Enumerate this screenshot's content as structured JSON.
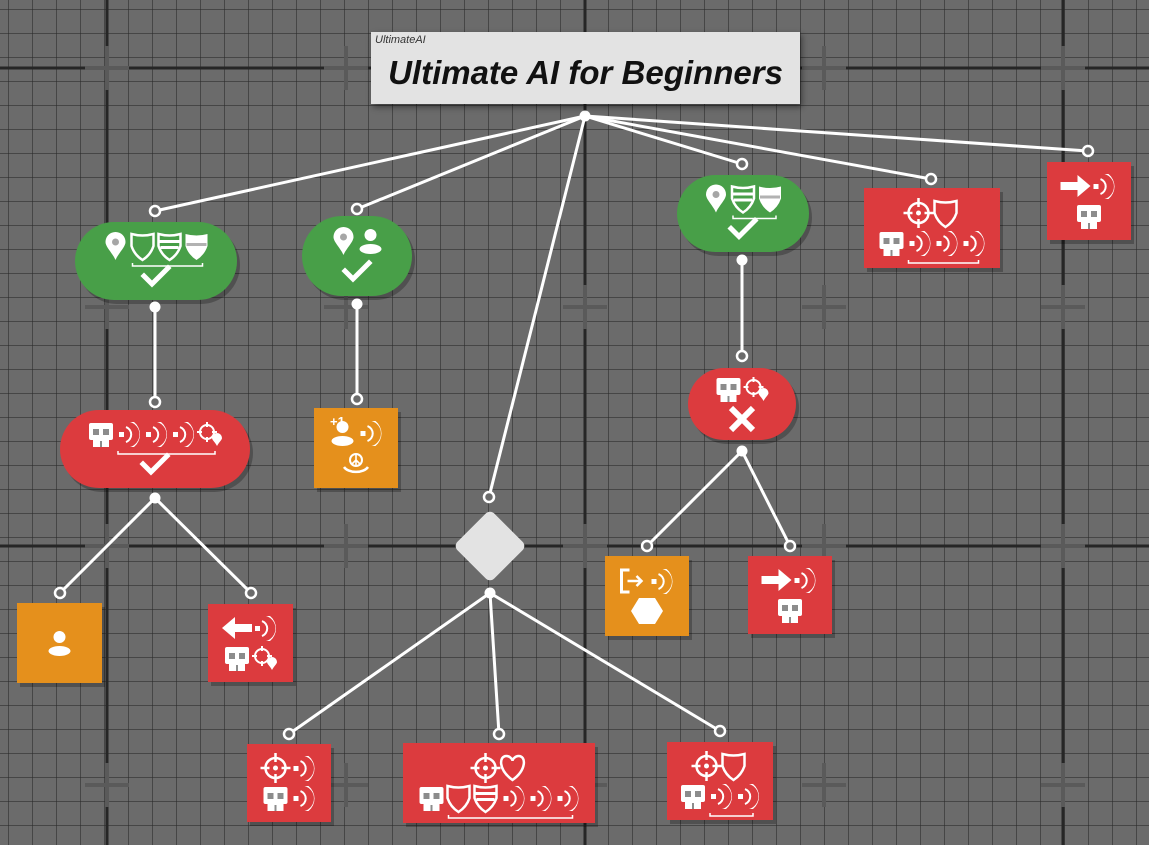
{
  "window": {
    "brand": "UltimateAI",
    "title": "Ultimate AI for Beginners"
  },
  "colors": {
    "condition_green": "#489f48",
    "action_red": "#dc3b3e",
    "task_orange": "#e5901c",
    "selector_gray": "#e3e3e3",
    "link_white": "#ffffff",
    "icon_white": "#ffffff"
  },
  "nodes": [
    {
      "id": "root",
      "kind": "title",
      "label": "Ultimate AI for Beginners",
      "icons": []
    },
    {
      "id": "g1",
      "kind": "condition",
      "status": "check",
      "icons": [
        [
          "location-pin-icon",
          "shield-icon",
          "shield-half-icon",
          "shield-full-icon"
        ]
      ]
    },
    {
      "id": "g2",
      "kind": "condition",
      "status": "check",
      "icons": [
        [
          "location-pin-icon",
          "player-icon"
        ]
      ]
    },
    {
      "id": "g3",
      "kind": "condition",
      "status": "check",
      "icons": [
        [
          "location-pin-icon",
          "shield-half-icon",
          "shield-full-icon"
        ]
      ]
    },
    {
      "id": "r1",
      "kind": "action",
      "icons": [
        [
          "target-icon",
          "shield-icon"
        ],
        [
          "skull-icon",
          "sound-icon",
          "sound-icon",
          "sound-icon"
        ]
      ]
    },
    {
      "id": "r2",
      "kind": "action",
      "icons": [
        [
          "arrow-right-icon",
          "sound-icon"
        ],
        [
          "skull-icon"
        ]
      ]
    },
    {
      "id": "r3",
      "kind": "action-pill",
      "status": "check",
      "icons": [
        [
          "skull-icon",
          "sound-icon",
          "sound-icon",
          "sound-icon",
          "target-pin-icon"
        ]
      ]
    },
    {
      "id": "o1",
      "kind": "task",
      "badge": "+1",
      "icons": [
        [
          "player-icon",
          "sound-icon"
        ],
        [
          "peace-icon"
        ]
      ]
    },
    {
      "id": "r4",
      "kind": "action-pill",
      "status": "cross",
      "icons": [
        [
          "skull-icon",
          "target-pin-icon"
        ]
      ]
    },
    {
      "id": "sel",
      "kind": "selector",
      "icons": []
    },
    {
      "id": "o2",
      "kind": "task",
      "icons": [
        [
          "player-icon"
        ]
      ]
    },
    {
      "id": "r5",
      "kind": "action",
      "icons": [
        [
          "arrow-left-icon",
          "sound-icon"
        ],
        [
          "skull-icon",
          "target-pin-icon"
        ]
      ]
    },
    {
      "id": "o3",
      "kind": "task",
      "icons": [
        [
          "exit-icon",
          "sound-icon"
        ],
        [
          "hexagon-icon"
        ]
      ]
    },
    {
      "id": "r6",
      "kind": "action",
      "icons": [
        [
          "arrow-right-icon",
          "sound-icon"
        ],
        [
          "skull-icon"
        ]
      ]
    },
    {
      "id": "r7",
      "kind": "action",
      "icons": [
        [
          "target-icon",
          "sound-icon"
        ],
        [
          "skull-icon",
          "sound-icon"
        ]
      ]
    },
    {
      "id": "r8",
      "kind": "action",
      "icons": [
        [
          "target-icon",
          "heart-icon"
        ],
        [
          "skull-icon",
          "shield-icon",
          "shield-half-icon",
          "sound-icon",
          "sound-icon",
          "sound-icon"
        ]
      ]
    },
    {
      "id": "r9",
      "kind": "action",
      "icons": [
        [
          "target-icon",
          "shield-icon"
        ],
        [
          "skull-icon",
          "sound-icon",
          "sound-icon"
        ]
      ]
    }
  ],
  "links": [
    [
      "root",
      "g1"
    ],
    [
      "root",
      "g2"
    ],
    [
      "root",
      "sel"
    ],
    [
      "root",
      "g3"
    ],
    [
      "root",
      "r1"
    ],
    [
      "root",
      "r2"
    ],
    [
      "g1",
      "r3"
    ],
    [
      "r3",
      "o2"
    ],
    [
      "r3",
      "r5"
    ],
    [
      "g2",
      "o1"
    ],
    [
      "g3",
      "r4"
    ],
    [
      "r4",
      "o3"
    ],
    [
      "r4",
      "r6"
    ],
    [
      "sel",
      "r7"
    ],
    [
      "sel",
      "r8"
    ],
    [
      "sel",
      "r9"
    ]
  ]
}
